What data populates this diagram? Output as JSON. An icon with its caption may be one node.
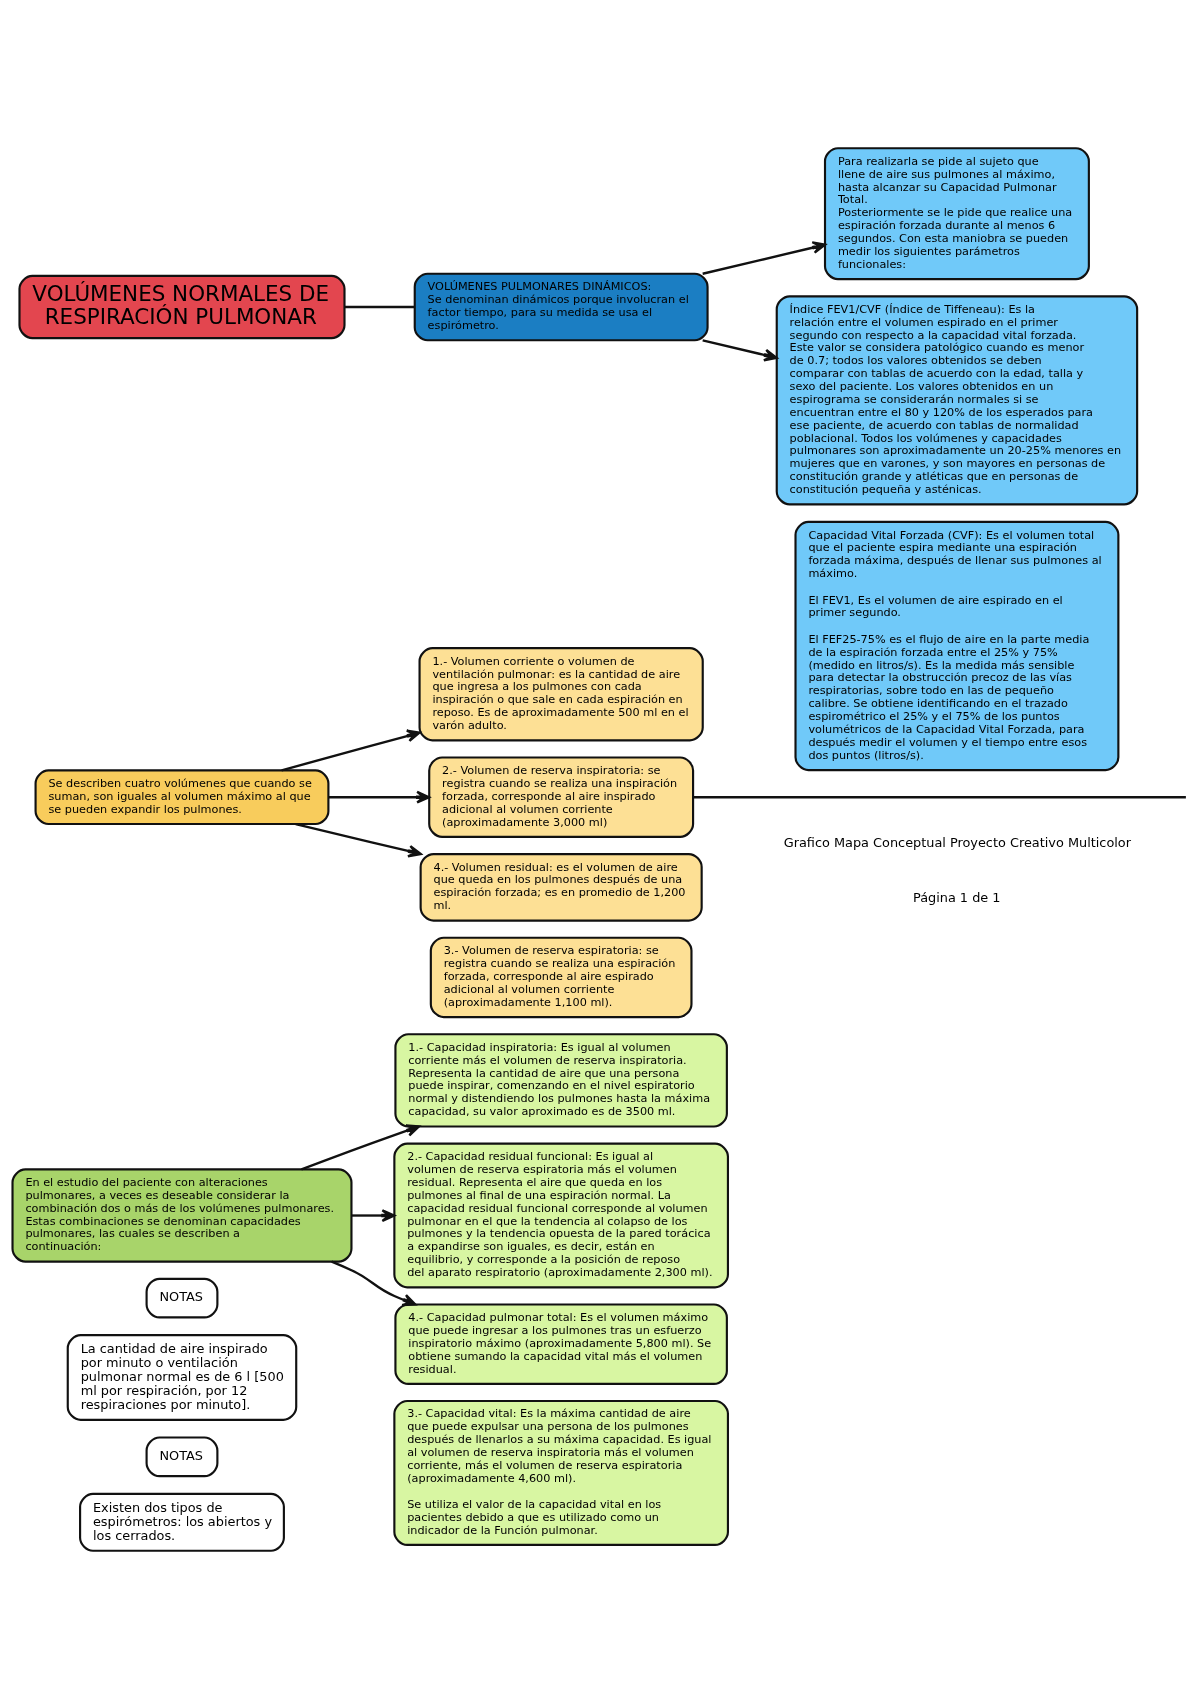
{
  "diagram": {
    "nodes": [
      {
        "text": [
          "VOLÚMENES NORMALES DE RESPIRACIÓN PULMONAR"
        ]
      },
      {
        "text": [
          "1.- Volumen corriente o volumen de ventilación pulmonar: es la cantidad de aire que ingresa a los pulmones con cada inspiración o que sale en cada espiración en reposo. Es de aproximadamente 500 ml en el varón adulto."
        ]
      },
      {
        "text": [
          "2.- Volumen de reserva inspiratoria: se registra cuando se realiza una inspiración forzada, corresponde al aire inspirado adicional al volumen corriente (aproximadamente 3,000 ml)"
        ]
      },
      {
        "text": [
          "3.- Volumen de reserva espiratoria: se registra cuando se realiza una espiración forzada, corresponde al aire espirado adicional al volumen corriente (aproximadamente 1,100 ml)."
        ]
      },
      {
        "text": [
          "4.- Volumen residual: es el volumen de aire que queda en los pulmones después de una espiración forzada; es en promedio de 1,200 ml."
        ]
      },
      {
        "text": [
          "Se describen cuatro volúmenes que cuando se suman, son iguales al volumen máximo al que se pueden expandir los pulmones."
        ]
      },
      {
        "text": [
          "En el estudio del paciente con alteraciones pulmonares, a veces es deseable considerar la combinación dos o más de los volúmenes pulmonares. Estas combinaciones se denominan capacidades pulmonares, las cuales se describen a continuación:"
        ]
      },
      {
        "text": [
          "1.- Capacidad inspiratoria: Es igual al volumen corriente más el volumen de reserva inspiratoria. Representa la cantidad de aire que una persona puede inspirar, comenzando en el nivel espiratorio normal y distendiendo los pulmones hasta la máxima capacidad, su valor aproximado es de 3500 ml."
        ]
      },
      {
        "text": [
          "2.- Capacidad residual funcional: Es igual al volumen de reserva espiratoria más el volumen residual. Representa el aire que queda en los pulmones al final de una espiración normal. La capacidad residual funcional corresponde al volumen pulmonar en el que la tendencia al colapso de los pulmones y la tendencia opuesta de la pared torácica a expandirse son iguales, es decir, están en equilibrio, y corresponde a la posición de reposo del aparato respiratorio (aproximadamente 2,300 ml)."
        ]
      },
      {
        "text": [
          "3.- Capacidad vital: Es la máxima cantidad de aire que puede expulsar una persona de los pulmones después de llenarlos a su máxima capacidad. Es igual al volumen de reserva inspiratoria más el volumen corriente, más el volumen de reserva espiratoria (aproximadamente 4,600 ml).",
          "Se utiliza el valor de la capacidad vital en los pacientes debido a que es utilizado como un indicador de la Función pulmonar."
        ]
      },
      {
        "text": [
          "4.- Capacidad pulmonar total: Es el volumen máximo que puede ingresar a los pulmones tras un esfuerzo inspiratorio máximo (aproximadamente 5,800 ml). Se obtiene sumando la capacidad vital más el volumen residual."
        ]
      },
      {
        "text": [
          "VOLÚMENES PULMONARES DINÁMICOS:",
          "Se denominan dinámicos porque involucran el factor tiempo, para su medida se usa el espirómetro."
        ]
      },
      {
        "text": [
          "NOTAS"
        ]
      },
      {
        "text": [
          "La cantidad de aire inspirado por minuto o ventilación pulmonar normal es de 6 l [500 ml por respiración, por 12 respiraciones por minuto]."
        ]
      },
      {
        "text": [
          "Para realizarla se pide al sujeto que llene de aire sus pulmones al máximo, hasta alcanzar su Capacidad Pulmonar Total.",
          "Posteriormente se le pide que realice una espiración forzada durante al menos 6 segundos. Con esta maniobra se pueden medir los siguientes parámetros funcionales:"
        ]
      },
      {
        "text": [
          "Capacidad Vital Forzada (CVF): Es el volumen total que el paciente espira mediante una espiración forzada máxima, después de llenar sus pulmones al máximo.",
          "El FEV1, Es el volumen de aire espirado en el primer segundo.",
          "El FEF25-75% es el flujo de aire en la parte media de la espiración forzada entre el 25% y 75% (medido en litros/s). Es la medida más sensible para detectar la obstrucción precoz de las vías respiratorias, sobre todo en las de pequeño calibre. Se obtiene identificando en el trazado espirométrico el 25% y el 75% de los puntos volumétricos de la Capacidad Vital Forzada, para después medir el volumen y el tiempo entre esos dos puntos (litros/s)."
        ]
      },
      {
        "text": [
          "Índice FEV1/CVF (Índice de Tiffeneau): Es la relación entre el volumen espirado en el primer segundo con respecto a la capacidad vital forzada. Este valor se considera patológico cuando es menor de 0.7; todos los valores obtenidos se deben comparar con tablas de acuerdo con la edad, talla y sexo del paciente. Los valores obtenidos en un espirograma se considerarán normales si se encuentran entre el 80 y 120% de los esperados para ese paciente, de acuerdo con tablas de normalidad poblacional. Todos los volúmenes y capacidades pulmonares son aproximadamente un 20-25% menores en mujeres que en varones, y son mayores en personas de constitución grande y atléticas que en personas de constitución pequeña y asténicas."
        ]
      },
      {
        "text": [
          "NOTAS"
        ]
      },
      {
        "text": [
          "Existen dos tipos de espirómetros: los abiertos y los cerrados."
        ]
      }
    ],
    "edges": [
      {
        "from": 0,
        "to": 11,
        "arrow": "none"
      },
      {
        "from": 5,
        "to": 1,
        "arrow": "to"
      },
      {
        "from": 5,
        "to": 2,
        "arrow": "to"
      },
      {
        "from": 5,
        "to": 4,
        "arrow": "to"
      },
      {
        "from": 6,
        "to": 7,
        "arrow": "to"
      },
      {
        "from": 6,
        "to": 8,
        "arrow": "to"
      },
      {
        "from": 6,
        "to": 10,
        "arrow": "to"
      },
      {
        "from": 11,
        "to": 14,
        "arrow": "to"
      },
      {
        "from": 11,
        "to": 16,
        "arrow": "to"
      },
      {
        "from": 2,
        "to": null,
        "arrow": "none"
      }
    ],
    "labels": [
      "Grafico Mapa Conceptual Proyecto Creativo Multicolor",
      "Página 1 de 1"
    ]
  }
}
